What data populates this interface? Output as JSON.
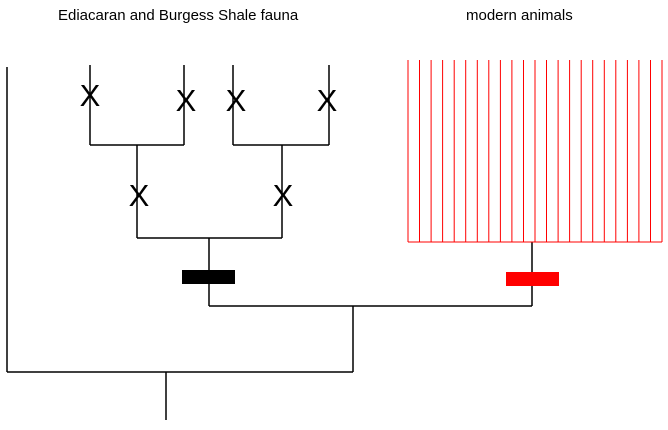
{
  "labels": {
    "left_group": "Ediacaran and Burgess Shale fauna",
    "right_group": "modern animals"
  },
  "extinct_marker": "X",
  "extinct_marker_count": 6,
  "modern_lineage_count": 23,
  "colors": {
    "tree_lines": "#000000",
    "modern_lineages": "#ff0000",
    "ancestral_bar": "#000000",
    "modern_bar": "#ff0000",
    "background": "#ffffff"
  }
}
